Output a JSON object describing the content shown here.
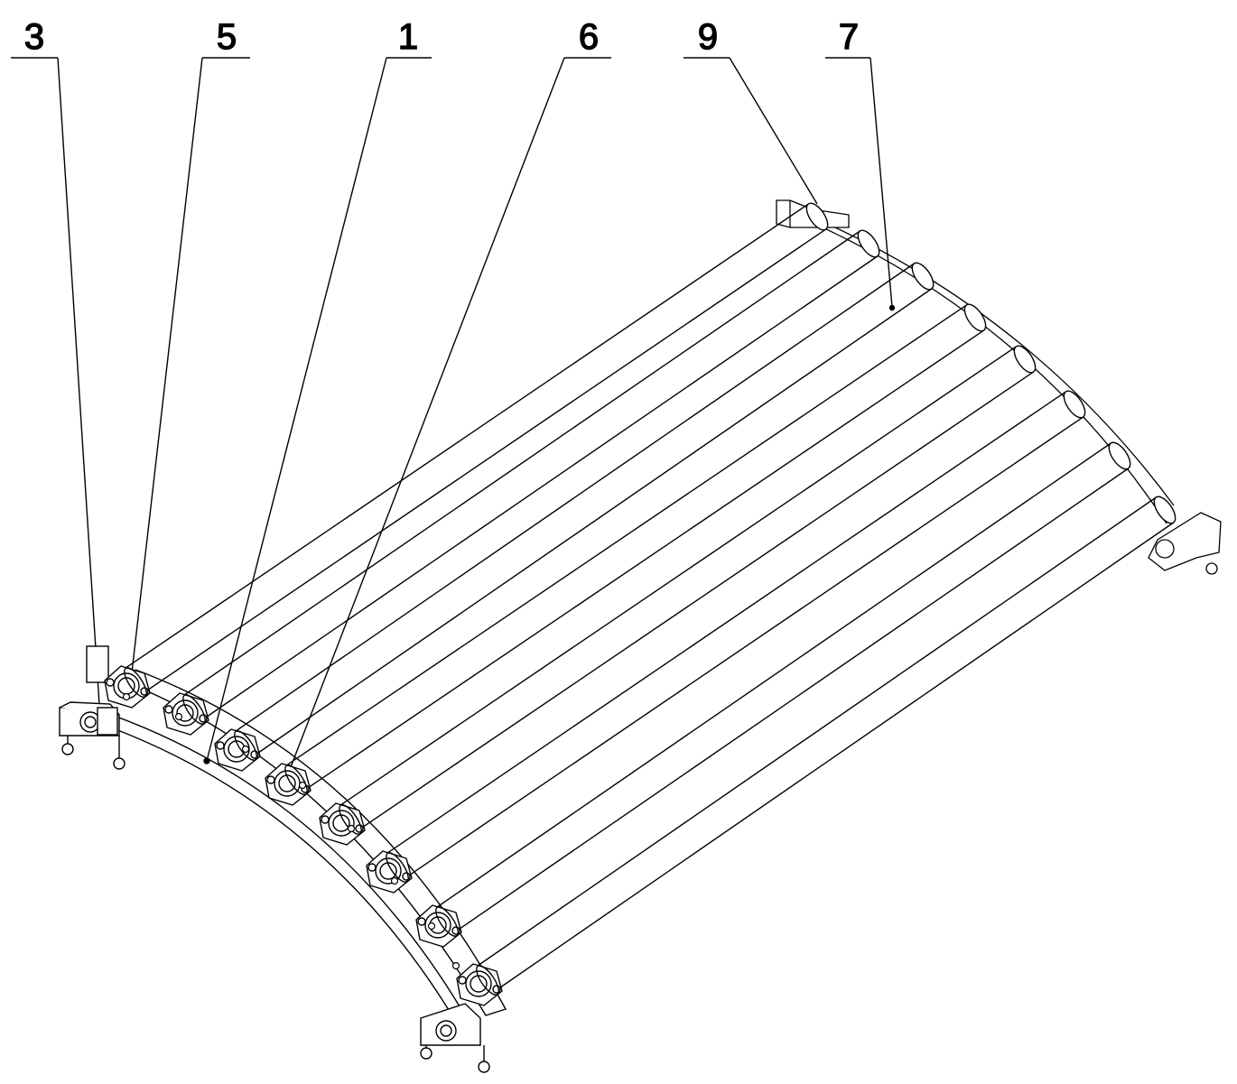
{
  "callouts": [
    {
      "id": "c3",
      "label": "3"
    },
    {
      "id": "c5",
      "label": "5"
    },
    {
      "id": "c1",
      "label": "1"
    },
    {
      "id": "c6",
      "label": "6"
    },
    {
      "id": "c9",
      "label": "9"
    },
    {
      "id": "c7",
      "label": "7"
    }
  ],
  "colors": {
    "line": "#000000",
    "background": "#ffffff"
  }
}
